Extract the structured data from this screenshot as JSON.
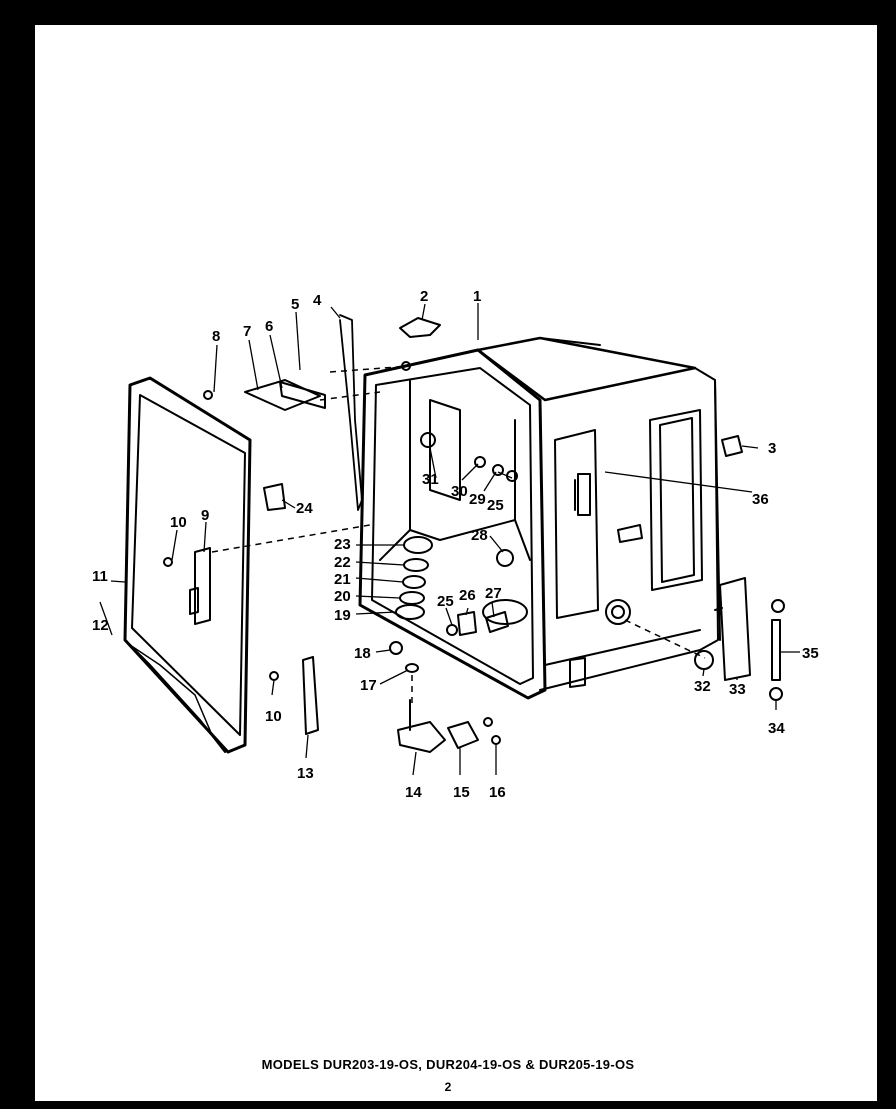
{
  "caption": {
    "models": "MODELS DUR203-19-OS, DUR204-19-OS & DUR205-19-OS",
    "page_number": "2"
  },
  "callouts": [
    {
      "id": "c1",
      "text": "1"
    },
    {
      "id": "c2",
      "text": "2"
    },
    {
      "id": "c3",
      "text": "3"
    },
    {
      "id": "c4",
      "text": "4"
    },
    {
      "id": "c5",
      "text": "5"
    },
    {
      "id": "c6",
      "text": "6"
    },
    {
      "id": "c7",
      "text": "7"
    },
    {
      "id": "c8",
      "text": "8"
    },
    {
      "id": "c9",
      "text": "9"
    },
    {
      "id": "c10a",
      "text": "10"
    },
    {
      "id": "c10b",
      "text": "10"
    },
    {
      "id": "c11",
      "text": "11"
    },
    {
      "id": "c12",
      "text": "12"
    },
    {
      "id": "c13",
      "text": "13"
    },
    {
      "id": "c14",
      "text": "14"
    },
    {
      "id": "c15",
      "text": "15"
    },
    {
      "id": "c16",
      "text": "16"
    },
    {
      "id": "c17",
      "text": "17"
    },
    {
      "id": "c18",
      "text": "18"
    },
    {
      "id": "c19",
      "text": "19"
    },
    {
      "id": "c20",
      "text": "20"
    },
    {
      "id": "c21",
      "text": "21"
    },
    {
      "id": "c22",
      "text": "22"
    },
    {
      "id": "c23",
      "text": "23"
    },
    {
      "id": "c24",
      "text": "24"
    },
    {
      "id": "c25a",
      "text": "25"
    },
    {
      "id": "c25b",
      "text": "25"
    },
    {
      "id": "c26",
      "text": "26"
    },
    {
      "id": "c27",
      "text": "27"
    },
    {
      "id": "c28",
      "text": "28"
    },
    {
      "id": "c29",
      "text": "29"
    },
    {
      "id": "c30",
      "text": "30"
    },
    {
      "id": "c31",
      "text": "31"
    },
    {
      "id": "c32",
      "text": "32"
    },
    {
      "id": "c33",
      "text": "33"
    },
    {
      "id": "c34",
      "text": "34"
    },
    {
      "id": "c35",
      "text": "35"
    },
    {
      "id": "c36",
      "text": "36"
    }
  ]
}
